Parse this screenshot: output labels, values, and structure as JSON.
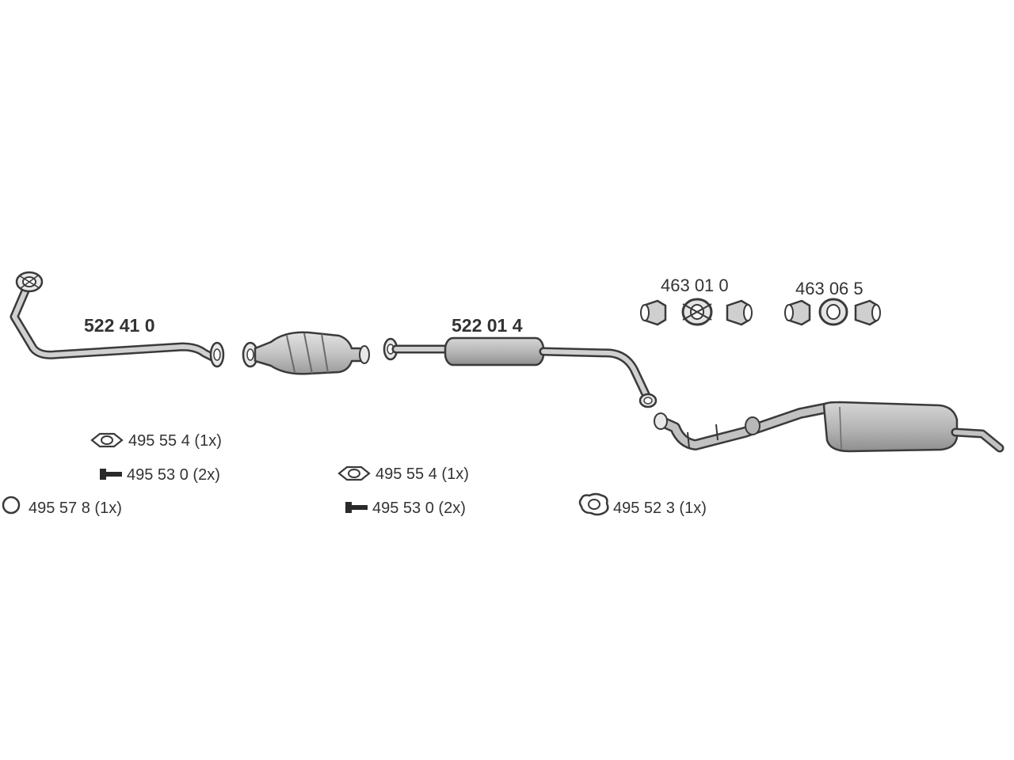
{
  "diagram": {
    "part_labels": {
      "front_pipe": "522 41 0",
      "middle_pipe": "522 01 4",
      "clamp_kit_a": "463 01 0",
      "clamp_kit_b": "463 06 5"
    },
    "accessories": {
      "gasket_left": "495 55 4 (1x)",
      "bolt_left": "495 53 0 (2x)",
      "ring_left": "495 57 8 (1x)",
      "gasket_mid": "495 55 4 (1x)",
      "bolt_mid": "495 53 0 (2x)",
      "rubber_mount": "495 52 3  (1x)"
    },
    "colors": {
      "outline": "#3a3a3a",
      "fill": "#c8c8c8",
      "fill_dark": "#a8a8a8",
      "background": "#ffffff"
    }
  }
}
